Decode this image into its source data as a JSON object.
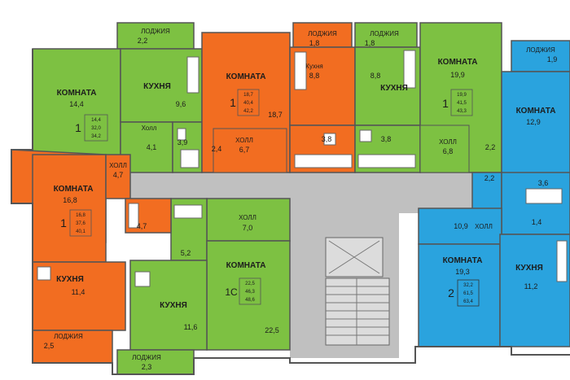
{
  "colors": {
    "one_room_green": "#7dc142",
    "one_room_orange": "#f26d21",
    "two_room_blue": "#2aa3de",
    "corridor": "#c0c0c0",
    "wall": "#555555"
  },
  "units": [
    {
      "id": "u1",
      "rooms": "1",
      "summary": [
        "14,4",
        "32,0",
        "34,2"
      ],
      "labels": [
        {
          "text": "ЛОДЖИЯ"
        },
        {
          "text": "2,2"
        },
        {
          "text": "КОМНАТА"
        },
        {
          "text": "14,4"
        },
        {
          "text": "КУХНЯ"
        },
        {
          "text": "9,6"
        },
        {
          "text": "Холл"
        },
        {
          "text": "4,1"
        },
        {
          "text": "3,9"
        }
      ]
    },
    {
      "id": "u2",
      "rooms": "1",
      "summary": [
        "18,7",
        "40,4",
        "42,2"
      ],
      "labels": [
        {
          "text": "КОМНАТА"
        },
        {
          "text": "18,7"
        },
        {
          "text": "ХОЛЛ"
        },
        {
          "text": "6,7"
        },
        {
          "text": "2,4"
        },
        {
          "text": "ЛОДЖИЯ"
        },
        {
          "text": "1,8"
        },
        {
          "text": "Кухня"
        },
        {
          "text": "8,8"
        },
        {
          "text": "3,8"
        }
      ]
    },
    {
      "id": "u3",
      "rooms": "1",
      "summary": [
        "19,9",
        "41,5",
        "43,3"
      ],
      "labels": [
        {
          "text": "ЛОДЖИЯ"
        },
        {
          "text": "1,8"
        },
        {
          "text": "КОМНАТА"
        },
        {
          "text": "19,9"
        },
        {
          "text": "КУХНЯ"
        },
        {
          "text": "8,8"
        },
        {
          "text": "ХОЛЛ"
        },
        {
          "text": "6,8"
        },
        {
          "text": "3,8"
        },
        {
          "text": "2,2"
        }
      ]
    },
    {
      "id": "u4",
      "rooms": "2",
      "summary": [
        "32,2",
        "61,5",
        "63,4"
      ],
      "labels": [
        {
          "text": "ЛОДЖИЯ"
        },
        {
          "text": "1,9"
        },
        {
          "text": "КОМНАТА"
        },
        {
          "text": "12,9"
        },
        {
          "text": "3,6"
        },
        {
          "text": "2,2"
        },
        {
          "text": "1,4"
        },
        {
          "text": "10,9"
        },
        {
          "text": "ХОЛЛ"
        },
        {
          "text": "КОМНАТА"
        },
        {
          "text": "19,3"
        },
        {
          "text": "КУХНЯ"
        },
        {
          "text": "11,2"
        }
      ]
    },
    {
      "id": "u5",
      "rooms": "1C",
      "summary": [
        "22,5",
        "46,3",
        "48,6"
      ],
      "labels": [
        {
          "text": "ХОЛЛ"
        },
        {
          "text": "7,0"
        },
        {
          "text": "КОМНАТА"
        },
        {
          "text": "22,5"
        },
        {
          "text": "5,2"
        },
        {
          "text": "КУХНЯ"
        },
        {
          "text": "11,6"
        },
        {
          "text": "ЛОДЖИЯ"
        },
        {
          "text": "2,3"
        }
      ]
    },
    {
      "id": "u6",
      "rooms": "1",
      "summary": [
        "16,8",
        "37,6",
        "40,1"
      ],
      "labels": [
        {
          "text": "ХОЛЛ"
        },
        {
          "text": "4,7"
        },
        {
          "text": "КОМНАТА"
        },
        {
          "text": "16,8"
        },
        {
          "text": "4,7"
        },
        {
          "text": "КУХНЯ"
        },
        {
          "text": "11,4"
        },
        {
          "text": "ЛОДЖИЯ"
        },
        {
          "text": "2,5"
        }
      ]
    }
  ]
}
